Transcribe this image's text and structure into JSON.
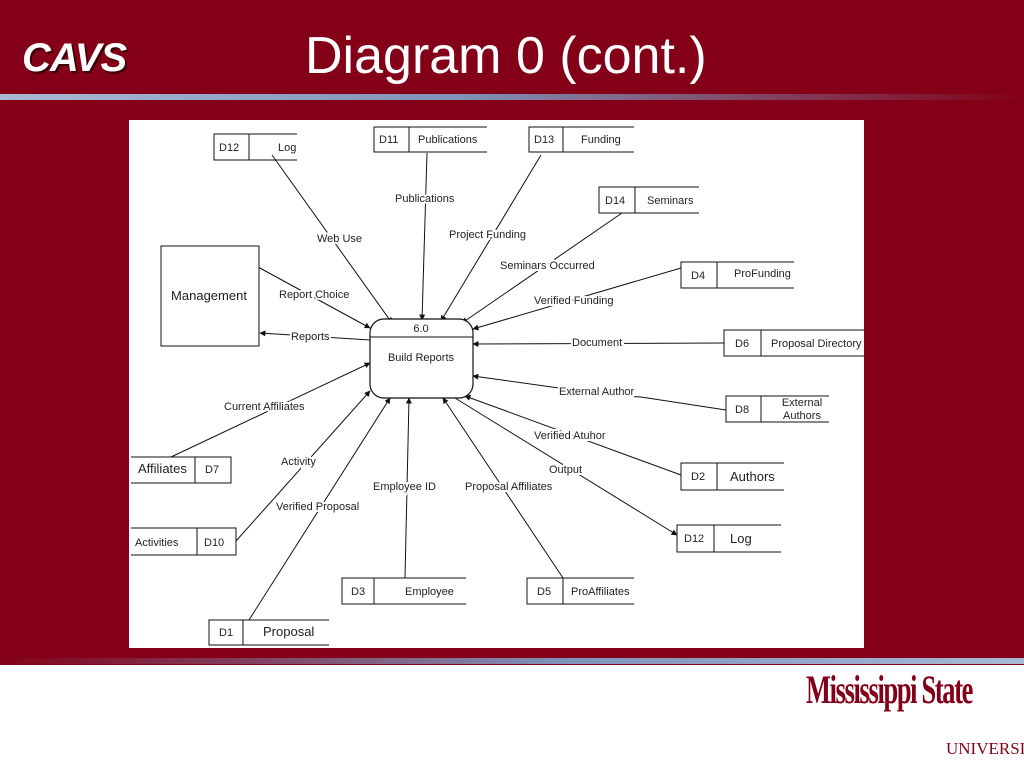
{
  "header": {
    "logo_text": "CAVS",
    "title": "Diagram 0 (cont.)"
  },
  "footer": {
    "university_line1": "Mississippi State",
    "university_line2": "UNIVERSITY"
  },
  "colors": {
    "background": "#830018",
    "title_text": "#ffffff",
    "accent_rule": "#7f93b9"
  },
  "diagram": {
    "process": {
      "id": "6.0",
      "name": "Build Reports"
    },
    "entities": [
      {
        "key": "management",
        "name": "Management"
      }
    ],
    "stores": [
      {
        "key": "d12_top",
        "id": "D12",
        "name": "Log"
      },
      {
        "key": "d11",
        "id": "D11",
        "name": "Publications"
      },
      {
        "key": "d13",
        "id": "D13",
        "name": "Funding"
      },
      {
        "key": "d14",
        "id": "D14",
        "name": "Seminars"
      },
      {
        "key": "d4",
        "id": "D4",
        "name": "ProFunding"
      },
      {
        "key": "d6",
        "id": "D6",
        "name": "Proposal Directory"
      },
      {
        "key": "d8",
        "id": "D8",
        "name_lines": [
          "External",
          "Authors"
        ]
      },
      {
        "key": "d2",
        "id": "D2",
        "name": "Authors"
      },
      {
        "key": "d12_bottom",
        "id": "D12",
        "name": "Log"
      },
      {
        "key": "d5",
        "id": "D5",
        "name": "ProAffiliates"
      },
      {
        "key": "d3",
        "id": "D3",
        "name": "Employee"
      },
      {
        "key": "d1",
        "id": "D1",
        "name": "Proposal"
      },
      {
        "key": "d10",
        "id": "D10",
        "name": "Activities"
      },
      {
        "key": "d7",
        "id": "D7",
        "name": "Affiliates"
      }
    ],
    "flows": [
      {
        "key": "web_use",
        "label": "Web Use"
      },
      {
        "key": "publications",
        "label": "Publications"
      },
      {
        "key": "project_funding",
        "label": "Project Funding"
      },
      {
        "key": "seminars_occurred",
        "label": "Seminars Occurred"
      },
      {
        "key": "verified_funding",
        "label": "Verified Funding"
      },
      {
        "key": "report_choice",
        "label": "Report Choice"
      },
      {
        "key": "reports",
        "label": "Reports"
      },
      {
        "key": "document",
        "label": "Document"
      },
      {
        "key": "external_author",
        "label": "External Author"
      },
      {
        "key": "verified_atuhor",
        "label": "Verified Atuhor"
      },
      {
        "key": "output",
        "label": "Output"
      },
      {
        "key": "current_affiliates",
        "label": "Current Affiliates"
      },
      {
        "key": "activity",
        "label": "Activity"
      },
      {
        "key": "verified_proposal",
        "label": "Verified Proposal"
      },
      {
        "key": "employee_id",
        "label": "Employee ID"
      },
      {
        "key": "proposal_affiliates",
        "label": "Proposal Affiliates"
      }
    ]
  }
}
